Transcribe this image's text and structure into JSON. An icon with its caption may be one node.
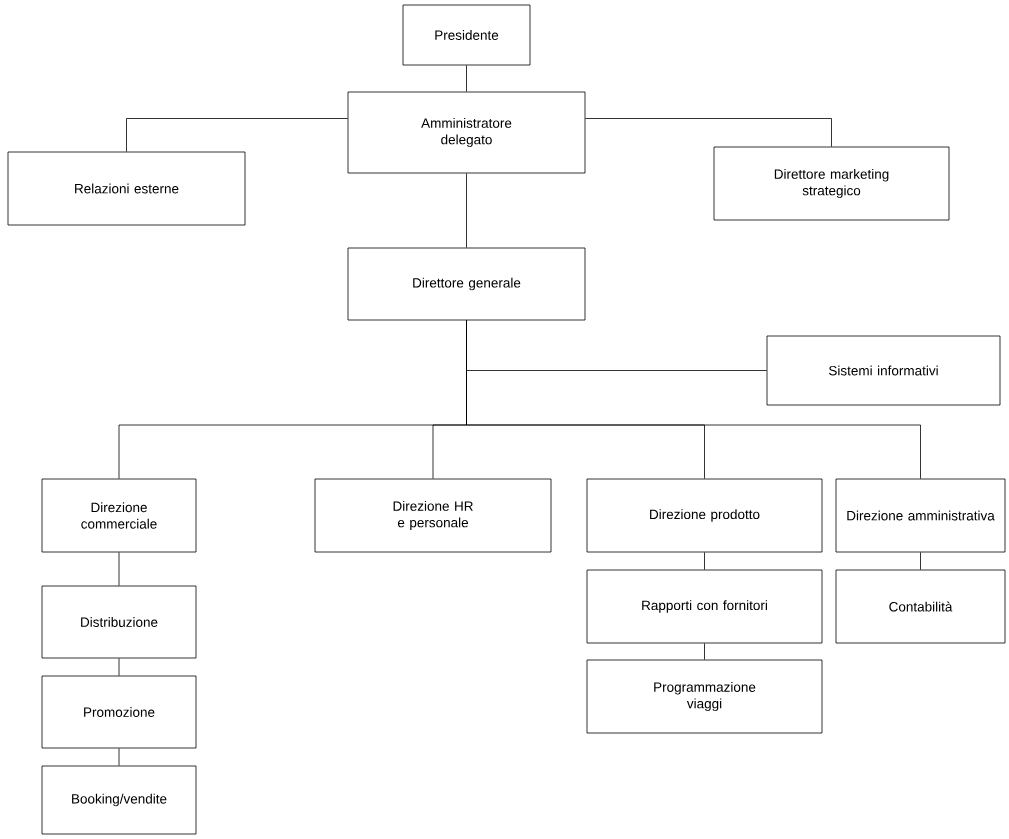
{
  "diagram": {
    "nodes": [
      {
        "text": [
          "Presidente"
        ]
      },
      {
        "text": [
          "Amministratore delegato"
        ]
      },
      {
        "text": [
          "Relazioni esterne"
        ]
      },
      {
        "text": [
          "Direttore marketing strategico"
        ]
      },
      {
        "text": [
          "Direttore generale"
        ]
      },
      {
        "text": [
          "Sistemi informativi"
        ]
      },
      {
        "text": [
          "Direzione commerciale"
        ]
      },
      {
        "text": [
          "Direzione HR e personale"
        ]
      },
      {
        "text": [
          "Direzione prodotto"
        ]
      },
      {
        "text": [
          "Direzione amministrativa"
        ]
      },
      {
        "text": [
          "Distribuzione"
        ]
      },
      {
        "text": [
          "Rapporti con fornitori"
        ]
      },
      {
        "text": [
          "Contabilità"
        ]
      },
      {
        "text": [
          "Promozione"
        ]
      },
      {
        "text": [
          "Programmazione viaggi"
        ]
      },
      {
        "text": [
          "Booking/vendite"
        ]
      }
    ],
    "edges": [
      {
        "from": 0,
        "to": 1,
        "arrow": "none"
      },
      {
        "from": 1,
        "to": 2,
        "arrow": "none"
      },
      {
        "from": 1,
        "to": 3,
        "arrow": "none"
      },
      {
        "from": 1,
        "to": 4,
        "arrow": "none"
      },
      {
        "from": 4,
        "to": 5,
        "arrow": "none"
      },
      {
        "from": 4,
        "to": 6,
        "arrow": "none"
      },
      {
        "from": 4,
        "to": 7,
        "arrow": "none"
      },
      {
        "from": 4,
        "to": 8,
        "arrow": "none"
      },
      {
        "from": 4,
        "to": 9,
        "arrow": "none"
      },
      {
        "from": 6,
        "to": 10,
        "arrow": "none"
      },
      {
        "from": 8,
        "to": 11,
        "arrow": "none"
      },
      {
        "from": 9,
        "to": 12,
        "arrow": "none"
      },
      {
        "from": 10,
        "to": 13,
        "arrow": "none"
      },
      {
        "from": 11,
        "to": 14,
        "arrow": "none"
      },
      {
        "from": 13,
        "to": 15,
        "arrow": "none"
      }
    ]
  }
}
